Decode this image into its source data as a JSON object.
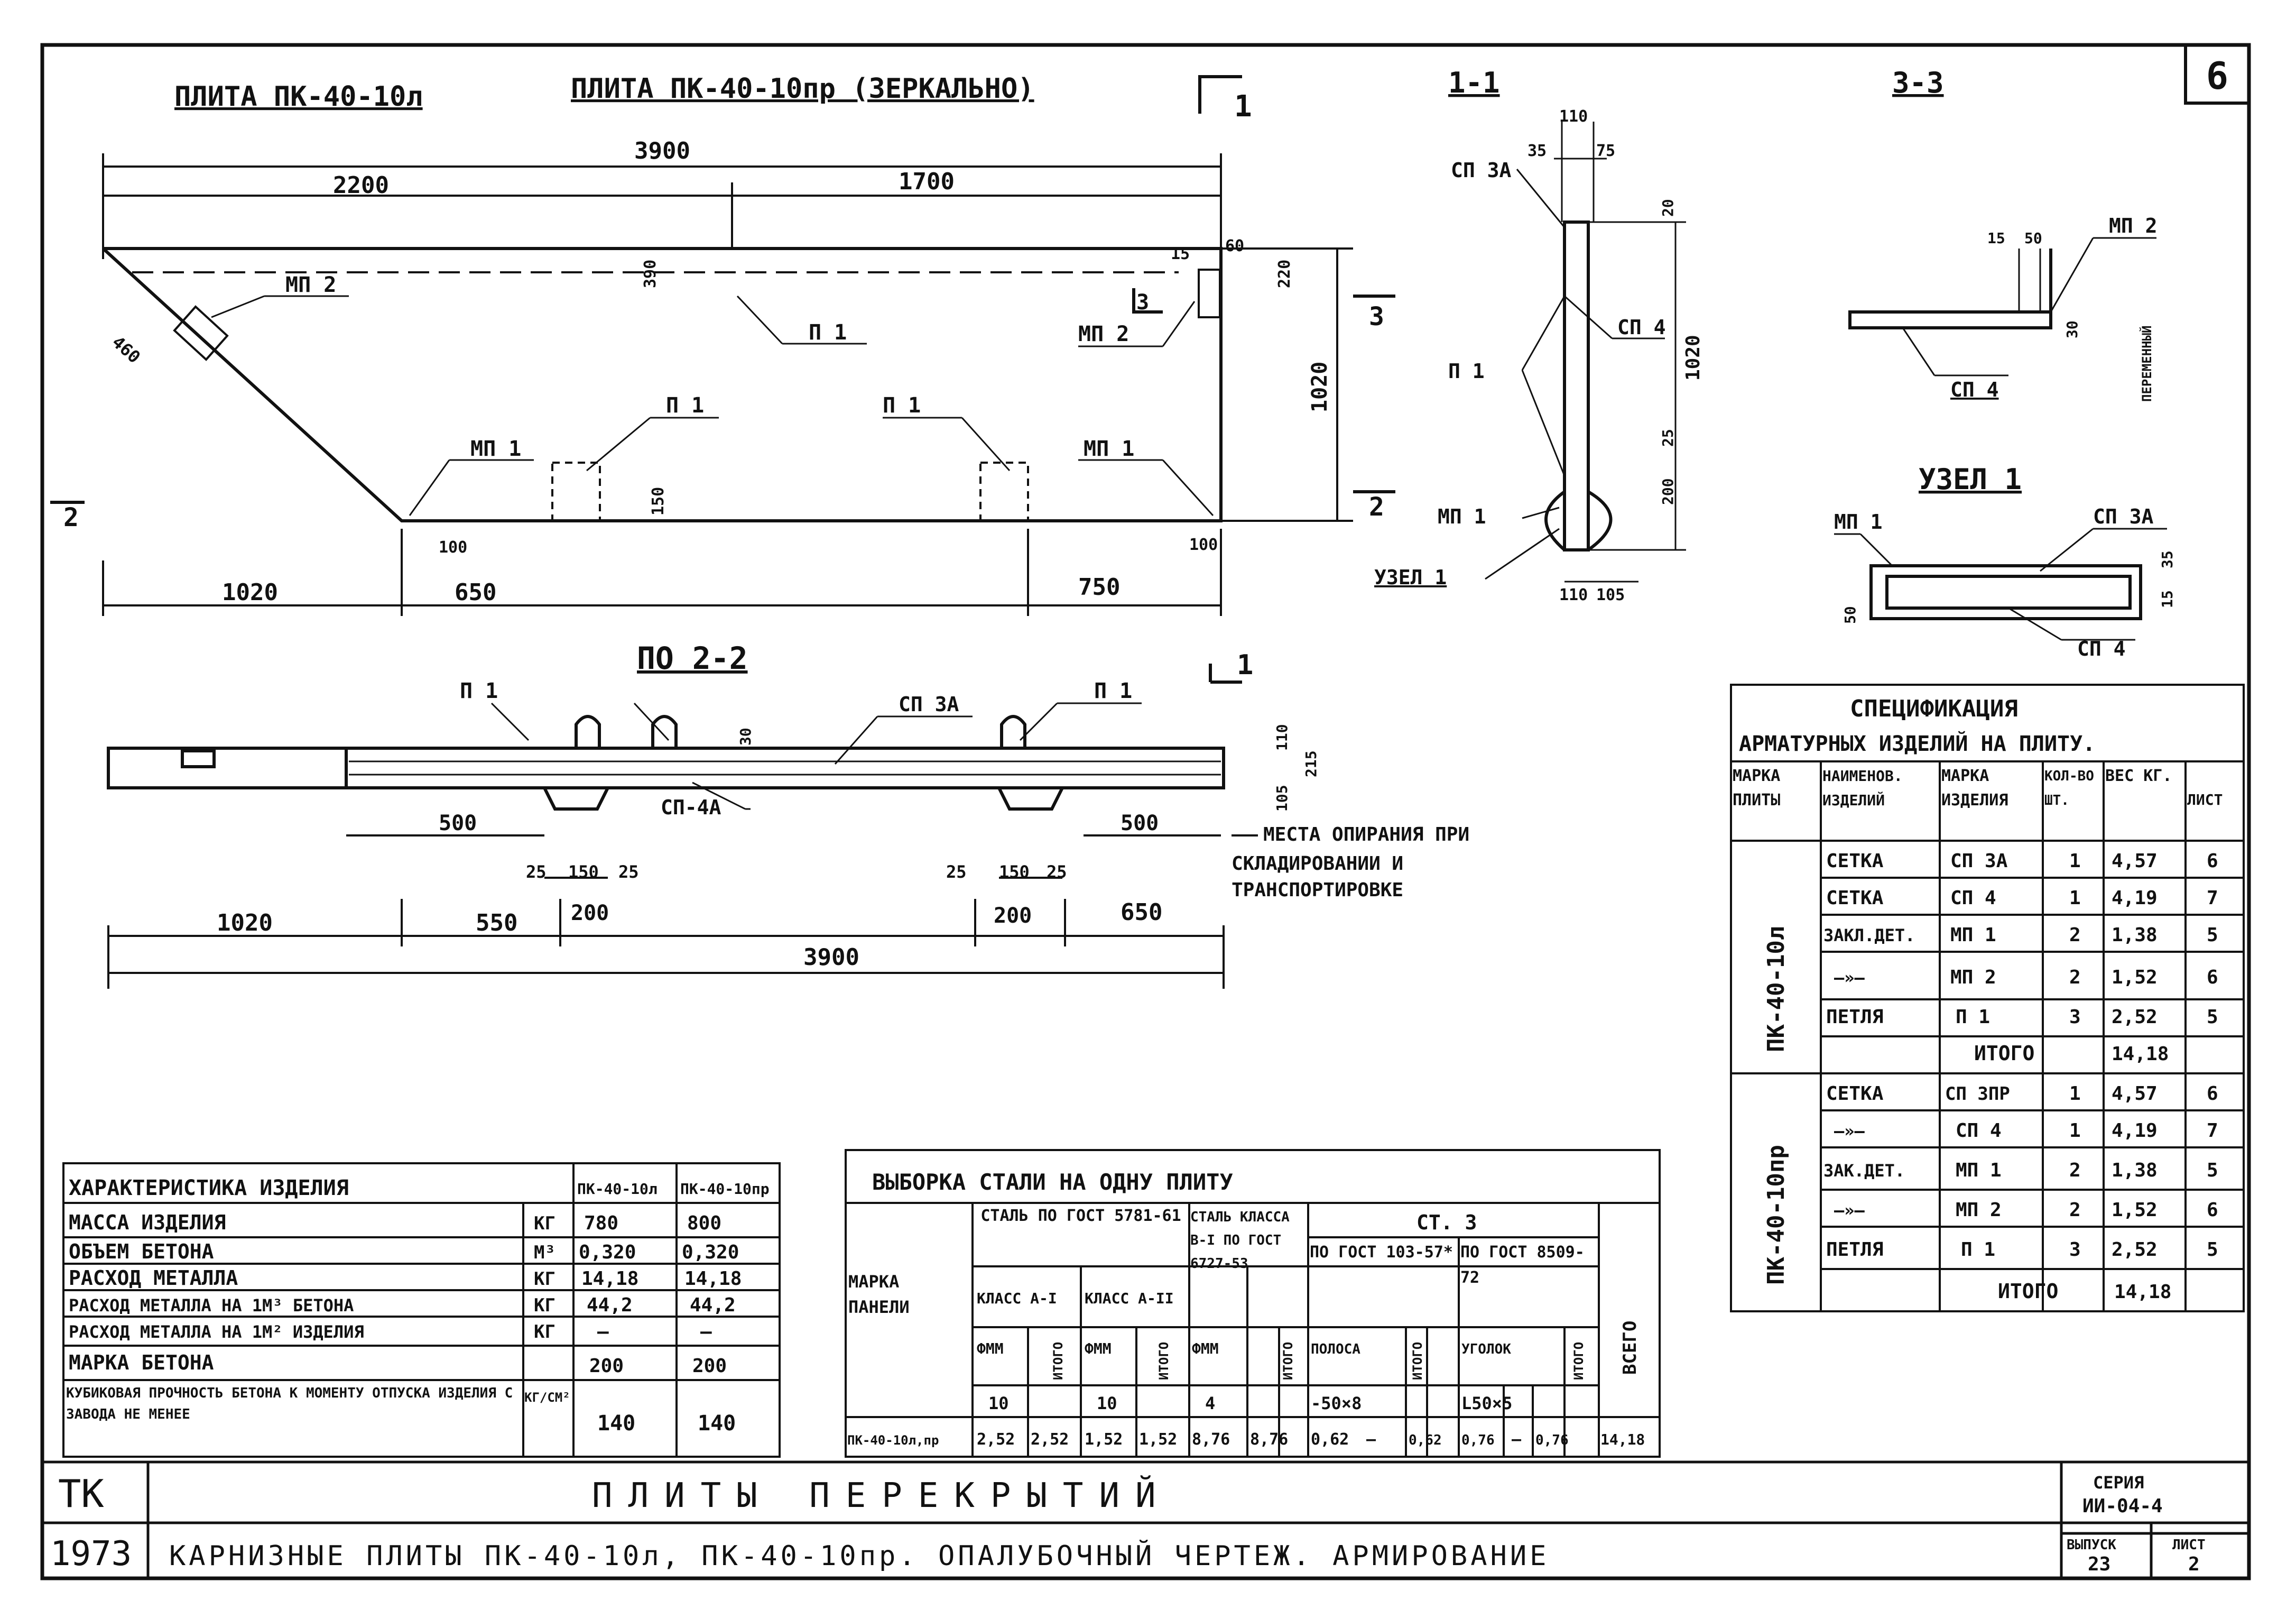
{
  "sheet": {
    "number": "6",
    "series_label": "СЕРИЯ",
    "series_value": "ИИ-04-4",
    "issue_label": "ВЫПУСК",
    "issue_value": "23",
    "sheet_label": "ЛИСТ",
    "sheet_value": "2",
    "org": "ТК",
    "year": "1973",
    "title1": "ПЛИТЫ ПЕРЕКРЫТИЙ",
    "title2": "КАРНИЗНЫЕ ПЛИТЫ ПК-40-10л, ПК-40-10пр. ОПАЛУБОЧНЫЙ ЧЕРТЕЖ. АРМИРОВАНИЕ"
  },
  "plan": {
    "title_left": "ПЛИТА ПК-40-10л",
    "title_right": "ПЛИТА ПК-40-10пр (ЗЕРКАЛЬНО)",
    "section_mark": "1",
    "dim_total": "3900",
    "dim_2200": "2200",
    "dim_1700": "1700",
    "dim_1020": "1020",
    "dim_650": "650",
    "dim_750": "750",
    "dim_1020_bottom": "1020",
    "dim_100a": "100",
    "dim_100b": "100",
    "dim_150": "150",
    "dim_460": "460",
    "dim_15": "15",
    "dim_60": "60",
    "dim_220": "220",
    "dim_390": "390",
    "lbl_mp2a": "МП 2",
    "lbl_mp2b": "МП 2",
    "lbl_p1a": "П 1",
    "lbl_p1b": "П 1",
    "lbl_p1c": "П 1",
    "lbl_mp1a": "МП 1",
    "lbl_mp1b": "МП 1",
    "sec3": "3",
    "sec3b": "3",
    "sec2": "2",
    "sec2b": "2"
  },
  "section11": {
    "title": "1-1",
    "sp3a": "СП 3А",
    "sp4": "СП 4",
    "p1": "П 1",
    "mp1": "МП 1",
    "node": "УЗЕЛ 1",
    "d110": "110",
    "d35": "35",
    "d75": "75",
    "d1020": "1020",
    "d20": "20",
    "d25": "25",
    "d200": "200",
    "d110b": "110",
    "d105": "105"
  },
  "section33": {
    "title": "3-3",
    "mp2": "МП 2",
    "sp4": "СП 4",
    "d15": "15",
    "d50": "50",
    "d30": "30",
    "var": "ПЕРЕМЕННЫЙ"
  },
  "node1": {
    "title": "УЗЕЛ 1",
    "mp1": "МП 1",
    "sp3a": "СП 3А",
    "sp4": "СП 4",
    "d50": "50",
    "d35": "35",
    "d15": "15"
  },
  "section22": {
    "title": "ПО 2-2",
    "p1a": "П 1",
    "p1b": "П 1",
    "sp3a": "СП 3А",
    "sp4a": "СП-4А",
    "d500a": "500",
    "d500b": "500",
    "d25a": "25",
    "d150a": "150",
    "d25b": "25",
    "d25c": "25",
    "d150b": "150",
    "d25d": "25",
    "d1020": "1020",
    "d550": "550",
    "d200a": "200",
    "d200b": "200",
    "d650": "650",
    "d3900": "3900",
    "d30": "30",
    "d215": "215",
    "d105": "105",
    "d110": "110",
    "mark1": "1",
    "support_note1": "МЕСТА ОПИРАНИЯ ПРИ",
    "support_note2": "СКЛАДИРОВАНИИ И",
    "support_note3": "ТРАНСПОРТИРОВКЕ"
  },
  "characteristics": {
    "title": "ХАРАКТЕРИСТИКА ИЗДЕЛИЯ",
    "col_a": "ПК-40-10л",
    "col_b": "ПК-40-10пр",
    "rows": [
      {
        "name": "МАССА ИЗДЕЛИЯ",
        "unit": "КГ",
        "a": "780",
        "b": "800"
      },
      {
        "name": "ОБЪЕМ БЕТОНА",
        "unit": "М³",
        "a": "0,320",
        "b": "0,320"
      },
      {
        "name": "РАСХОД МЕТАЛЛА",
        "unit": "КГ",
        "a": "14,18",
        "b": "14,18"
      },
      {
        "name": "РАСХОД МЕТАЛЛА НА 1М³ БЕТОНА",
        "unit": "КГ",
        "a": "44,2",
        "b": "44,2"
      },
      {
        "name": "РАСХОД МЕТАЛЛА НА 1М² ИЗДЕЛИЯ",
        "unit": "КГ",
        "a": "—",
        "b": "—"
      },
      {
        "name": "МАРКА БЕТОНА",
        "unit": "",
        "a": "200",
        "b": "200"
      },
      {
        "name": "КУБИКОВАЯ ПРОЧНОСТЬ БЕТОНА К МОМЕНТУ ОТПУСКА ИЗДЕЛИЯ С ЗАВОДА НЕ МЕНЕЕ",
        "unit": "КГ/СМ²",
        "a": "140",
        "b": "140"
      }
    ]
  },
  "steel": {
    "title": "ВЫБОРКА СТАЛИ НА ОДНУ ПЛИТУ",
    "col_mark": "МАРКА ПАНЕЛИ",
    "g1": "СТАЛЬ ПО ГОСТ 5781-61",
    "g1a": "КЛАСС А-I",
    "g1b": "КЛАСС А-II",
    "g2": "СТАЛЬ КЛАССА В-I ПО ГОСТ 6727-53",
    "g3": "СТ. 3",
    "g3a": "ПО ГОСТ 103-57*",
    "g3b": "ПО ГОСТ 8509-72",
    "phi": "ФММ",
    "itogo": "ИТОГО",
    "polosa": "ПОЛОСА",
    "ugolok": "УГОЛОК",
    "vsego": "ВСЕГО",
    "v10a": "10",
    "v10b": "10",
    "v4": "4",
    "v50x8": "-50×8",
    "vL50x5": "L50×5",
    "row": [
      "ПК-40-10л,пр",
      "2,52",
      "2,52",
      "1,52",
      "1,52",
      "8,76",
      "8,76",
      "0,62",
      "—",
      "0,62",
      "0,76",
      "—",
      "0,76",
      "14,18"
    ]
  },
  "spec": {
    "title1": "СПЕЦИФИКАЦИЯ",
    "title2": "АРМАТУРНЫХ ИЗДЕЛИЙ НА ПЛИТУ.",
    "headers": [
      "МАРКА ПЛИТЫ",
      "НАИМЕНОВ. ИЗДЕЛИЙ",
      "МАРКА ИЗДЕЛИЯ",
      "КОЛ-ВО ШТ.",
      "ВЕС КГ.",
      "ЛИСТ"
    ],
    "group1": "ПК-40-10л",
    "group2": "ПК-40-10пр",
    "rows1": [
      [
        "СЕТКА",
        "СП 3А",
        "1",
        "4,57",
        "6"
      ],
      [
        "СЕТКА",
        "СП 4",
        "1",
        "4,19",
        "7"
      ],
      [
        "ЗАКЛ.ДЕТ.",
        "МП 1",
        "2",
        "1,38",
        "5"
      ],
      [
        "—»—",
        "МП 2",
        "2",
        "1,52",
        "6"
      ],
      [
        "ПЕТЛЯ",
        "П 1",
        "3",
        "2,52",
        "5"
      ]
    ],
    "total1_label": "ИТОГО",
    "total1": "14,18",
    "rows2": [
      [
        "СЕТКА",
        "СП 3ПР",
        "1",
        "4,57",
        "6"
      ],
      [
        "—»—",
        "СП 4",
        "1",
        "4,19",
        "7"
      ],
      [
        "ЗАК.ДЕТ.",
        "МП 1",
        "2",
        "1,38",
        "5"
      ],
      [
        "—»—",
        "МП 2",
        "2",
        "1,52",
        "6"
      ],
      [
        "ПЕТЛЯ",
        "П 1",
        "3",
        "2,52",
        "5"
      ]
    ],
    "total2_label": "ИТОГО",
    "total2": "14,18"
  }
}
